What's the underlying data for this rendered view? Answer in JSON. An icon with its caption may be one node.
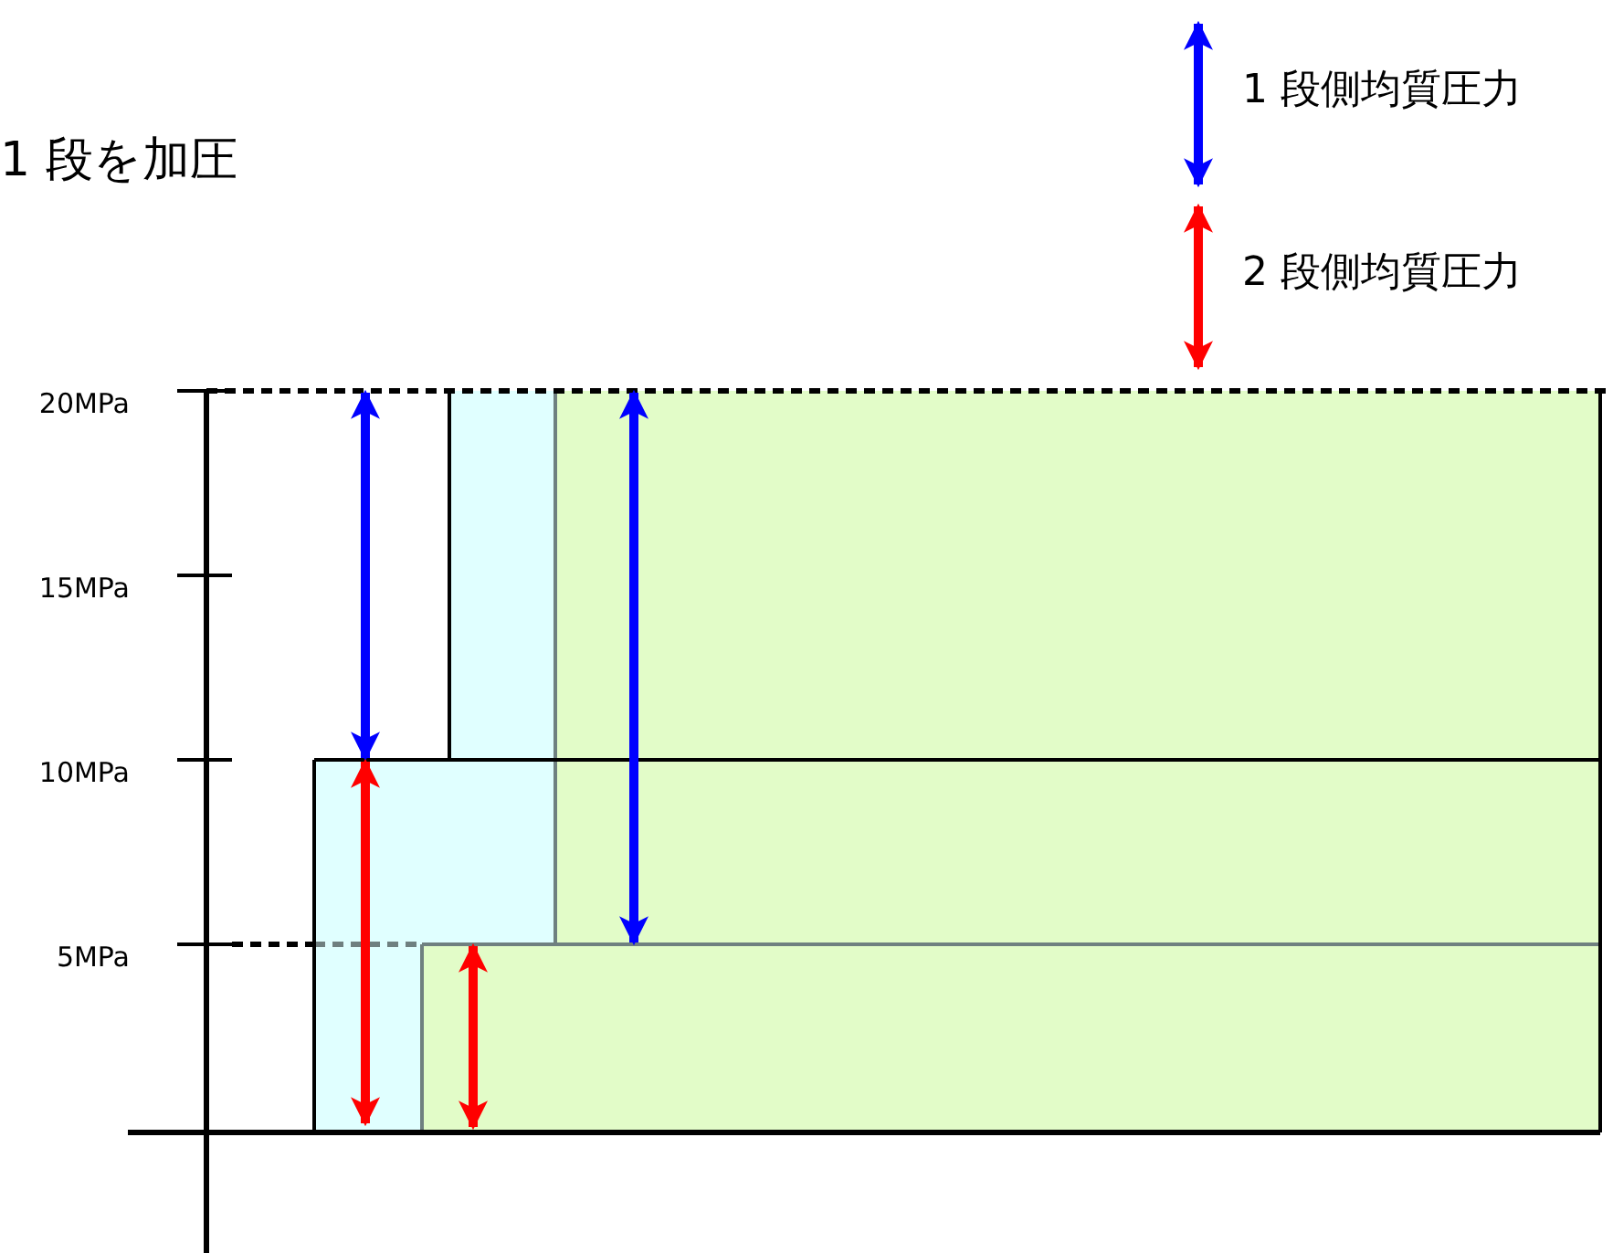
{
  "diagram": {
    "title": "1 段を加圧",
    "labels": [
      "20MPa",
      "15MPa",
      "10MPa",
      "5MPa"
    ],
    "legend": [
      {
        "text": "1 段側均質圧力"
      },
      {
        "text": "2 段側均質圧力"
      }
    ]
  }
}
